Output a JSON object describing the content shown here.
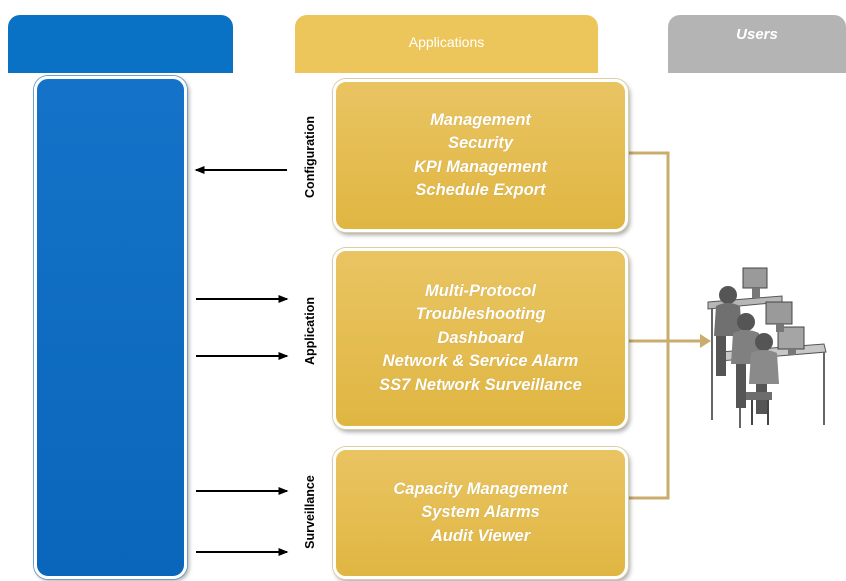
{
  "headers": {
    "applications": "Applications",
    "users": "Users"
  },
  "sections": [
    {
      "label": "Configuration",
      "items": [
        "Management",
        "Security",
        "KPI Management",
        "Schedule Export"
      ]
    },
    {
      "label": "Application",
      "items": [
        "Multi-Protocol",
        "Troubleshooting",
        "Dashboard",
        "Network & Service Alarm",
        "SS7 Network Surveillance"
      ]
    },
    {
      "label": "Surveillance",
      "items": [
        "Capacity Management",
        "System Alarms",
        "Audit Viewer"
      ]
    }
  ],
  "colors": {
    "blue": "#0a72c4",
    "gold": "#ecc65a",
    "gray": "#b4b4b4",
    "connector": "#c9ac6e"
  }
}
